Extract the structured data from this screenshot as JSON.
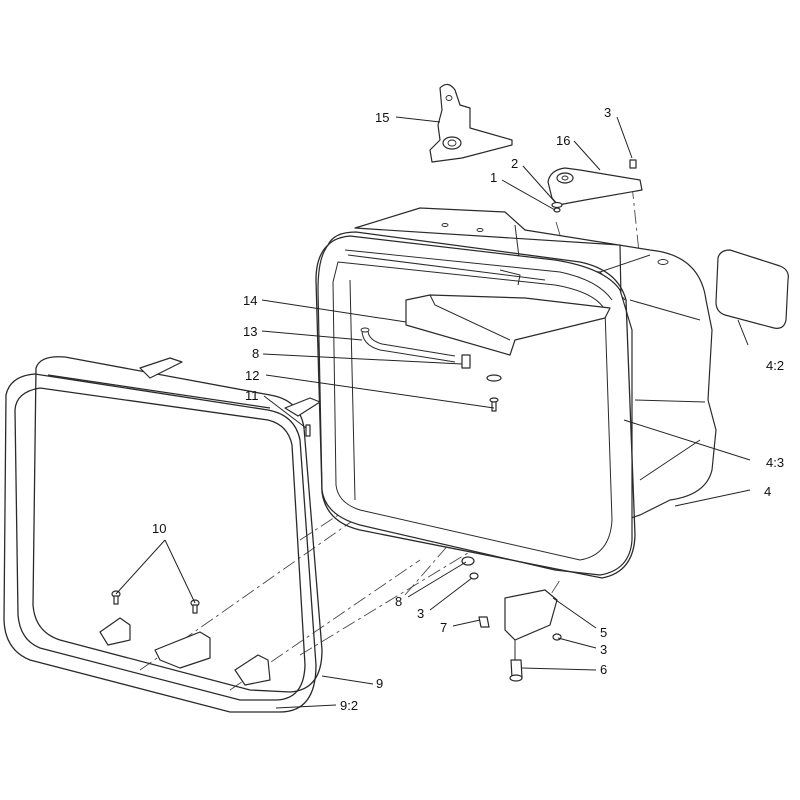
{
  "callouts": [
    {
      "id": "c15",
      "label": "15"
    },
    {
      "id": "c16",
      "label": "16"
    },
    {
      "id": "c3a",
      "label": "3"
    },
    {
      "id": "c2",
      "label": "2"
    },
    {
      "id": "c1",
      "label": "1"
    },
    {
      "id": "c14",
      "label": "14"
    },
    {
      "id": "c13",
      "label": "13"
    },
    {
      "id": "c8a",
      "label": "8"
    },
    {
      "id": "c12",
      "label": "12"
    },
    {
      "id": "c11",
      "label": "11"
    },
    {
      "id": "c42",
      "label": "4:2"
    },
    {
      "id": "c43",
      "label": "4:3"
    },
    {
      "id": "c4",
      "label": "4"
    },
    {
      "id": "c10",
      "label": "10"
    },
    {
      "id": "c8b",
      "label": "8"
    },
    {
      "id": "c3b",
      "label": "3"
    },
    {
      "id": "c7",
      "label": "7"
    },
    {
      "id": "c5",
      "label": "5"
    },
    {
      "id": "c3c",
      "label": "3"
    },
    {
      "id": "c6",
      "label": "6"
    },
    {
      "id": "c9",
      "label": "9"
    },
    {
      "id": "c92",
      "label": "9:2"
    }
  ]
}
